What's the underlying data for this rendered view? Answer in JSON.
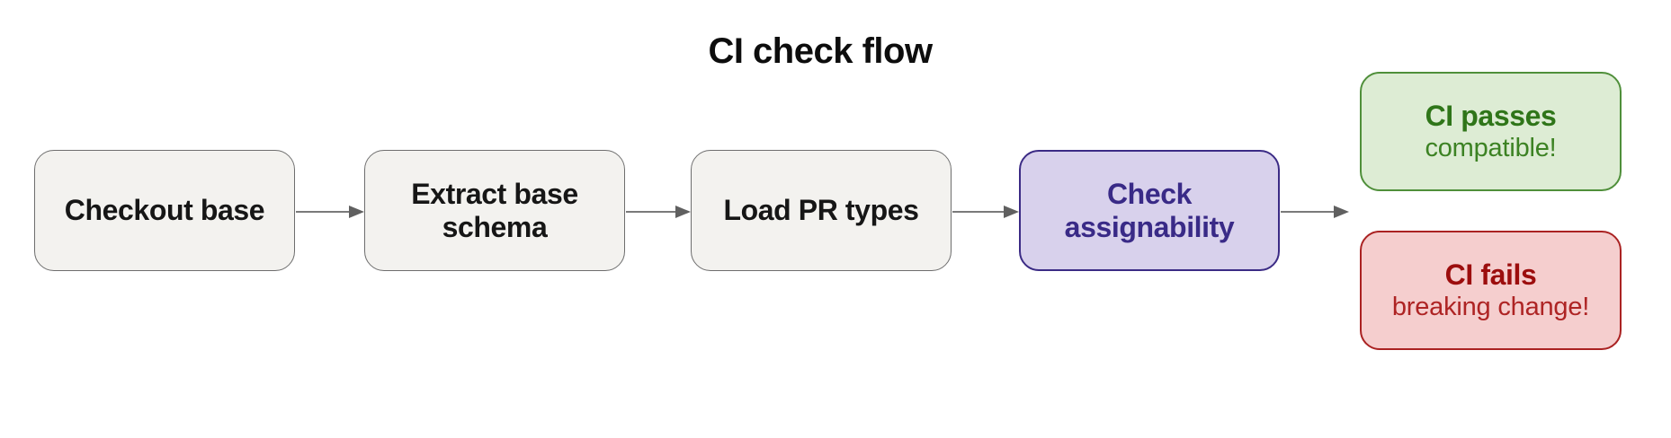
{
  "title": "CI check flow",
  "flow": {
    "steps": [
      {
        "label": "Checkout base"
      },
      {
        "label": "Extract base schema"
      },
      {
        "label": "Load PR types"
      },
      {
        "label": "Check assignability"
      }
    ],
    "outcomes": [
      {
        "label": "CI passes",
        "sublabel": "compatible!",
        "status": "success"
      },
      {
        "label": "CI fails",
        "sublabel": "breaking change!",
        "status": "failure"
      }
    ]
  },
  "colors": {
    "canvas-bg": "#ffffff",
    "title-color": "#0d0d0d",
    "step-fill": "#f3f2ef",
    "step-border": "#6e6e6e",
    "step-text": "#161616",
    "highlight-fill": "#d8d1ec",
    "highlight-border": "#3b2b85",
    "highlight-text": "#392a87",
    "success-fill": "#ddecd4",
    "success-border": "#4f8f3a",
    "success-text": "#2f7519",
    "success-subtext": "#3c8223",
    "failure-fill": "#f5cece",
    "failure-border": "#aa2222",
    "failure-text": "#9c0d0d",
    "failure-subtext": "#ae2424",
    "arrow-color": "#7a7a7a",
    "arrowhead-color": "#606060"
  }
}
